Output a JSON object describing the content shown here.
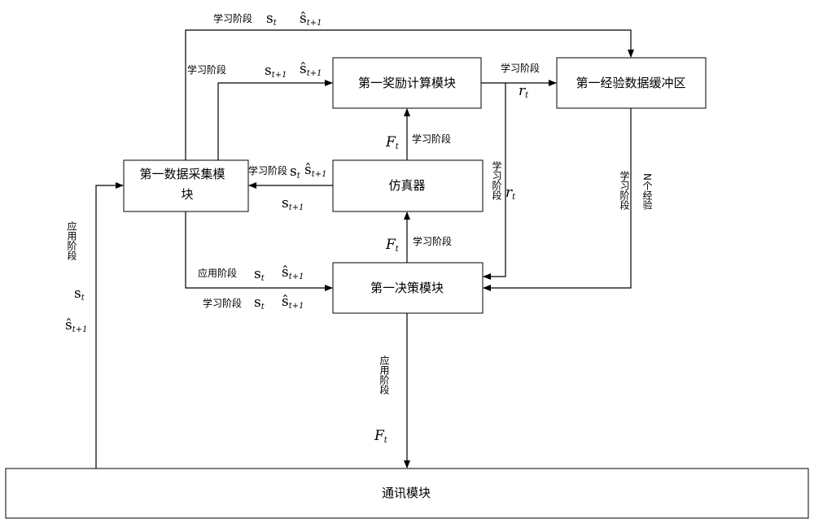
{
  "boxes": {
    "reward": "第一奖励计算模块",
    "buffer": "第一经验数据缓冲区",
    "collect_l1": "第一数据采集模",
    "collect_l2": "块",
    "sim": "仿真器",
    "decision": "第一决策模块",
    "comm": "通讯模块"
  },
  "labels": {
    "learn": "学习阶段",
    "apply": "应用阶段",
    "n_exp": "N个经验"
  },
  "symbols": {
    "s": "s",
    "s_hat": "ŝ",
    "sub_t": "t",
    "sub_t1": "t+1",
    "r": "r",
    "F": "F"
  }
}
